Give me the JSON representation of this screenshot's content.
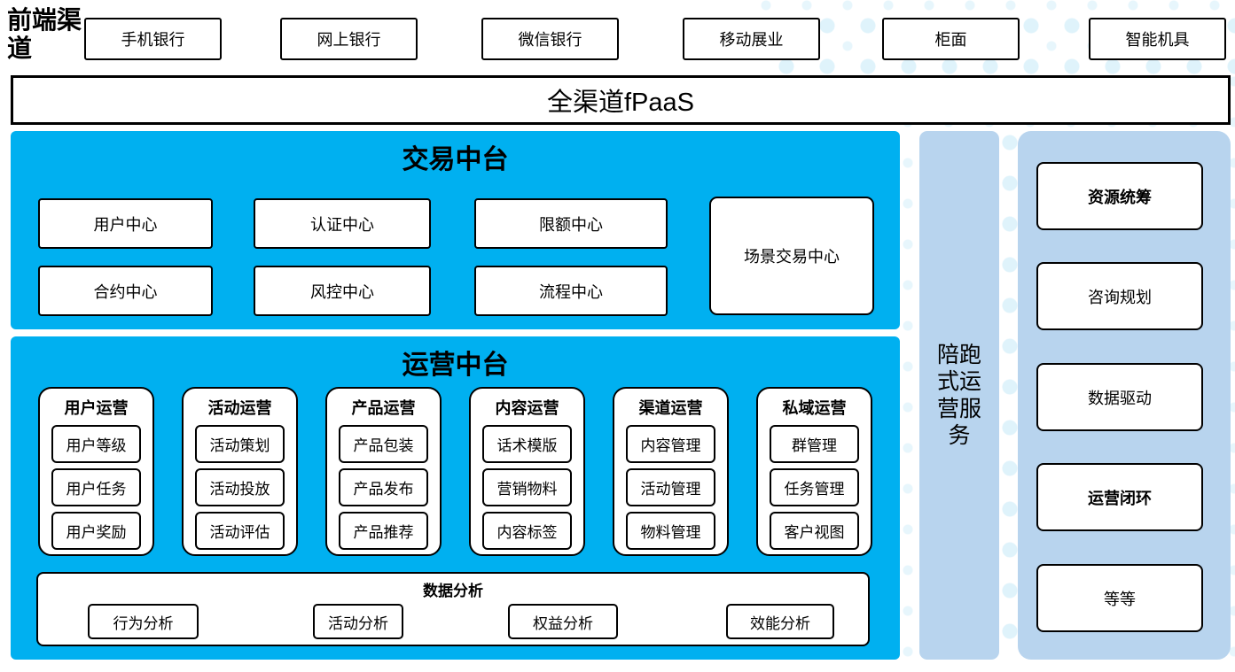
{
  "colors": {
    "platform_blue": "#00B0F0",
    "service_light_blue": "#B8D4EE",
    "dot_pattern_blue": "#DFF3FB"
  },
  "front_channels": {
    "label": "前端渠道",
    "items": [
      "手机银行",
      "网上银行",
      "微信银行",
      "移动展业",
      "柜面",
      "智能机具"
    ]
  },
  "fpaas": {
    "label": "全渠道fPaaS"
  },
  "transaction": {
    "title": "交易中台",
    "row1": [
      "用户中心",
      "认证中心",
      "限额中心"
    ],
    "row2": [
      "合约中心",
      "风控中心",
      "流程中心"
    ],
    "tall_box": "场景交易中心"
  },
  "operation": {
    "title": "运营中台",
    "groups": [
      {
        "title": "用户运营",
        "items": [
          "用户等级",
          "用户任务",
          "用户奖励"
        ]
      },
      {
        "title": "活动运营",
        "items": [
          "活动策划",
          "活动投放",
          "活动评估"
        ]
      },
      {
        "title": "产品运营",
        "items": [
          "产品包装",
          "产品发布",
          "产品推荐"
        ]
      },
      {
        "title": "内容运营",
        "items": [
          "话术模版",
          "营销物料",
          "内容标签"
        ]
      },
      {
        "title": "渠道运营",
        "items": [
          "内容管理",
          "活动管理",
          "物料管理"
        ]
      },
      {
        "title": "私域运营",
        "items": [
          "群管理",
          "任务管理",
          "客户视图"
        ]
      }
    ],
    "analysis": {
      "title": "数据分析",
      "items": [
        "行为分析",
        "活动分析",
        "权益分析",
        "效能分析"
      ]
    }
  },
  "side_bar": {
    "label": "陪跑式运营服务"
  },
  "right_panel": {
    "items": [
      {
        "label": "资源统筹",
        "bold": true
      },
      {
        "label": "咨询规划",
        "bold": false
      },
      {
        "label": "数据驱动",
        "bold": false
      },
      {
        "label": "运营闭环",
        "bold": true
      },
      {
        "label": "等等",
        "bold": false
      }
    ]
  }
}
